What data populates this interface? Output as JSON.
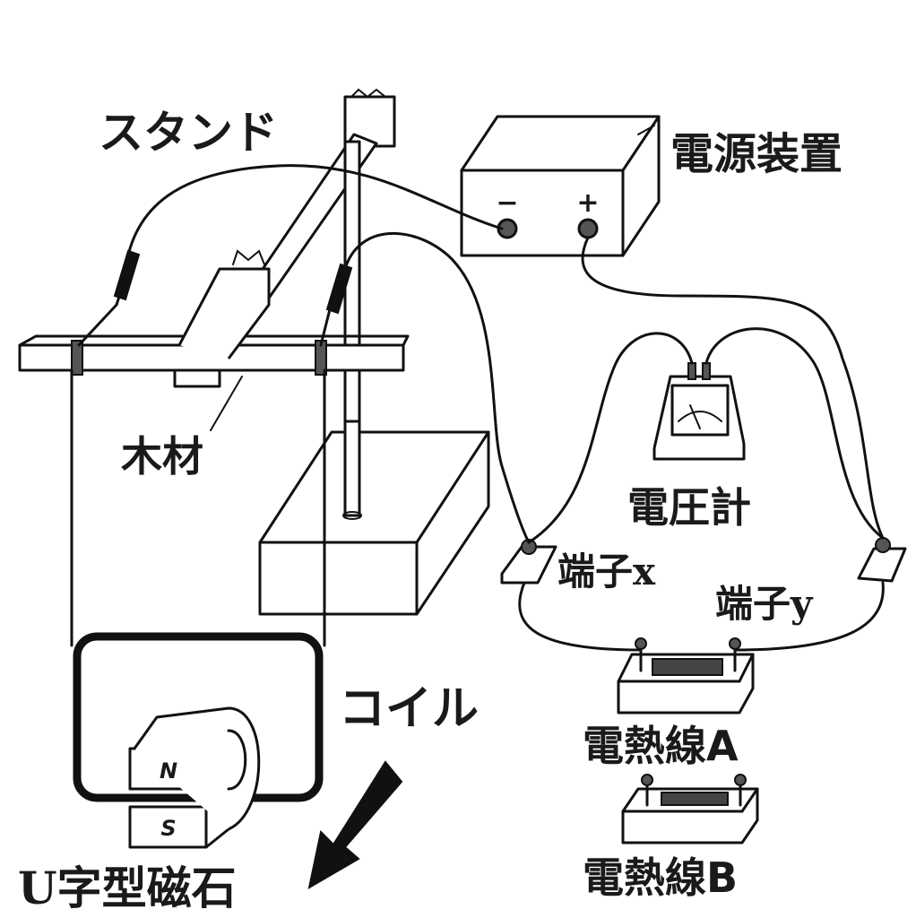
{
  "labels": {
    "stand": "スタンド",
    "power_supply": "電源装置",
    "minus": "−",
    "plus": "+",
    "wood": "木材",
    "voltmeter": "電圧計",
    "terminal_x": "端子x",
    "terminal_y": "端子y",
    "coil": "コイル",
    "heater_a": "電熱線A",
    "heater_b": "電熱線B",
    "magnet": "U字型磁石",
    "north": "N",
    "south": "S"
  },
  "colors": {
    "ink": "#111111",
    "paper": "#ffffff",
    "fill_gray": "#555555"
  },
  "icons": {
    "arrow": "arrow-down-left-icon"
  }
}
